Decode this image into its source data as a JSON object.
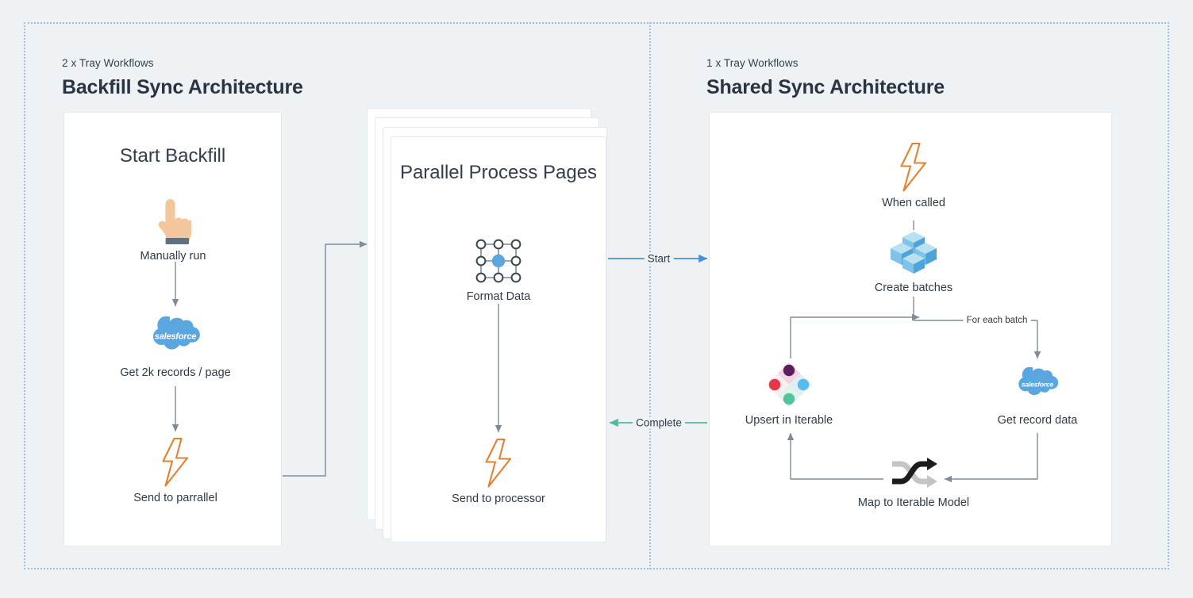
{
  "theme": {
    "bg": "#eef2f5",
    "dotted_border": "#9dc2e6",
    "card_bg": "#ffffff",
    "card_border": "#e4e8ec",
    "text_dark": "#2b3442",
    "wire_gray": "#7e8b99",
    "accent_orange": "#e2822f",
    "accent_blue": "#5aa7e0",
    "start_blue": "#4a90d9",
    "complete_teal": "#55b8a0"
  },
  "left_section": {
    "eyebrow": "2 x Tray Workflows",
    "title": "Backfill Sync Architecture"
  },
  "right_section": {
    "eyebrow": "1 x Tray Workflows",
    "title": "Shared Sync Architecture"
  },
  "backfill_card": {
    "title": "Start Backfill",
    "nodes": [
      {
        "id": "manually-run",
        "label": "Manually run",
        "icon": "pointing-hand-icon"
      },
      {
        "id": "get-2k-records",
        "label": "Get 2k records / page",
        "icon": "salesforce-cloud-icon"
      },
      {
        "id": "send-to-parallel",
        "label": "Send to parrallel",
        "icon": "lightning-bolt-icon"
      }
    ]
  },
  "parallel_card": {
    "title": "Parallel Process Pages",
    "stack_count": 3,
    "nodes": [
      {
        "id": "format-data",
        "label": "Format Data",
        "icon": "node-grid-icon"
      },
      {
        "id": "send-to-processor",
        "label": "Send to processor",
        "icon": "lightning-bolt-icon"
      }
    ]
  },
  "shared_card": {
    "nodes": [
      {
        "id": "when-called",
        "label": "When called",
        "icon": "lightning-bolt-icon"
      },
      {
        "id": "create-batches",
        "label": "Create batches",
        "icon": "cubes-icon"
      },
      {
        "id": "get-record-data",
        "label": "Get record data",
        "icon": "salesforce-cloud-icon"
      },
      {
        "id": "map-to-iterable",
        "label": "Map to Iterable Model",
        "icon": "shuffle-icon"
      },
      {
        "id": "upsert-in-iterable",
        "label": "Upsert in Iterable",
        "icon": "iterable-logo-icon"
      }
    ],
    "wire_labels": [
      {
        "id": "for-each-batch",
        "text": "For each batch"
      }
    ]
  },
  "cross_connectors": [
    {
      "id": "start-connector",
      "label": "Start",
      "direction": "right",
      "color": "#4a90d9"
    },
    {
      "id": "complete-connector",
      "label": "Complete",
      "direction": "left",
      "color": "#55b8a0"
    }
  ],
  "salesforce_wordmark": "salesforce"
}
